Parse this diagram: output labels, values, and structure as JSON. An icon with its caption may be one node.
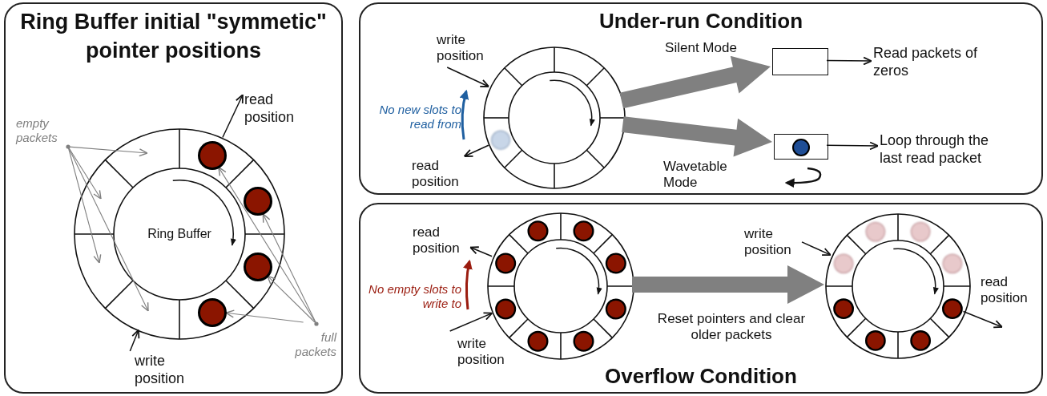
{
  "diagram": {
    "nodes": [
      {
        "text": [
          "Ring Buffer initial \"symmetic\" pointer positions"
        ]
      },
      {
        "text": [
          "Ring Buffer"
        ],
        "in": 0
      },
      {
        "text": [
          "read position"
        ],
        "in": 0
      },
      {
        "text": [
          "write position"
        ],
        "in": 0
      },
      {
        "text": [
          "empty packets"
        ],
        "in": 0
      },
      {
        "text": [
          "full packets"
        ],
        "in": 0
      },
      {
        "text": [],
        "shape": "circle",
        "in": 1
      },
      {
        "text": [],
        "shape": "circle",
        "in": 1
      },
      {
        "text": [],
        "shape": "circle",
        "in": 1
      },
      {
        "text": [],
        "shape": "circle",
        "in": 1
      },
      {
        "text": [
          "Under-run Condition"
        ]
      },
      {
        "text": [
          "write position"
        ],
        "in": 10
      },
      {
        "text": [],
        "shape": "circle",
        "in": 10
      },
      {
        "text": [
          "read position"
        ],
        "in": 10
      },
      {
        "text": [],
        "shape": "box",
        "in": 10
      },
      {
        "text": [
          "Read packets of zeros"
        ],
        "in": 10
      },
      {
        "text": [],
        "shape": "box",
        "in": 10
      },
      {
        "text": [],
        "shape": "circle",
        "in": 16
      },
      {
        "text": [
          "Loop through the last read packet"
        ],
        "in": 10
      },
      {
        "text": [
          "Overflow Condition"
        ]
      },
      {
        "text": [
          "read position"
        ],
        "in": 19
      },
      {
        "text": [
          "write position"
        ],
        "in": 19
      },
      {
        "text": [],
        "shape": "circle",
        "in": 19
      },
      {
        "text": [
          "write position"
        ],
        "in": 19
      },
      {
        "text": [],
        "shape": "circle",
        "in": 19
      }
    ],
    "edges": [
      {
        "from": 1,
        "to": 2,
        "arrow": "to",
        "color": "#111111"
      },
      {
        "from": 3,
        "to": 1,
        "arrow": "to",
        "color": "#111111"
      },
      {
        "from": 4,
        "to": 1,
        "arrow": "to",
        "color": "#808080"
      },
      {
        "from": 4,
        "to": 1,
        "arrow": "to",
        "color": "#808080"
      },
      {
        "from": 4,
        "to": 1,
        "arrow": "to",
        "color": "#808080"
      },
      {
        "from": 4,
        "to": 1,
        "arrow": "to",
        "color": "#808080"
      },
      {
        "from": 5,
        "to": 6,
        "arrow": "to",
        "color": "#808080"
      },
      {
        "from": 5,
        "to": 7,
        "arrow": "to",
        "color": "#808080"
      },
      {
        "from": 5,
        "to": 8,
        "arrow": "to",
        "color": "#808080"
      },
      {
        "from": 5,
        "to": 9,
        "arrow": "to",
        "color": "#808080"
      },
      {
        "from": 11,
        "to": 12,
        "arrow": "to",
        "color": "#111111"
      },
      {
        "from": 12,
        "to": 13,
        "arrow": "to",
        "color": "#111111"
      },
      {
        "from": 12,
        "to": 14,
        "arrow": "to",
        "label": "Silent Mode",
        "style": "thick",
        "color": "#808080"
      },
      {
        "from": 12,
        "to": 16,
        "arrow": "to",
        "label": "Wavetable Mode",
        "style": "thick",
        "color": "#808080"
      },
      {
        "from": 14,
        "to": 15,
        "arrow": "to",
        "color": "#111111"
      },
      {
        "from": 16,
        "to": 18,
        "arrow": "to",
        "color": "#111111"
      },
      {
        "from": 22,
        "to": 20,
        "arrow": "to",
        "color": "#111111"
      },
      {
        "from": 21,
        "to": 22,
        "arrow": "to",
        "color": "#111111"
      },
      {
        "from": 22,
        "to": 24,
        "arrow": "to",
        "label": "Reset pointers and clear older packets",
        "style": "thick",
        "color": "#808080"
      },
      {
        "from": 23,
        "to": 24,
        "arrow": "to",
        "color": "#111111"
      },
      {
        "from": 24,
        "to": null,
        "arrow": "to",
        "color": "#111111"
      }
    ],
    "labels": [
      "No new slots to read from",
      "No empty slots to write to",
      "read position"
    ]
  }
}
